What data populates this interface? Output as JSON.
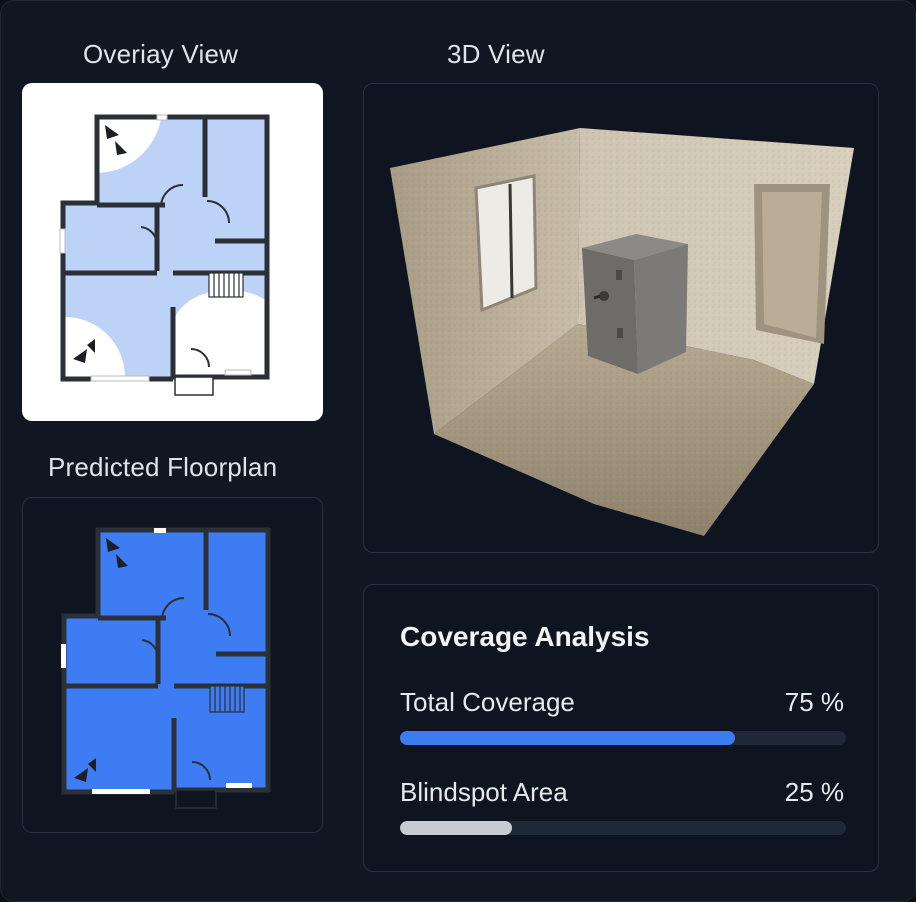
{
  "headings": {
    "overlay": "Overiay View",
    "view3d": "3D View",
    "predicted": "Predicted Floorplan"
  },
  "coverage": {
    "title": "Coverage Analysis",
    "metrics": [
      {
        "label": "Total Coverage",
        "value_text": "75 %",
        "fraction": 0.75,
        "color": "#3b7cf0"
      },
      {
        "label": "Blindspot Area",
        "value_text": "25 %",
        "fraction": 0.25,
        "color": "#c7cbd3"
      }
    ]
  },
  "colors": {
    "overlay_fill": "#bcd2f7",
    "predicted_fill": "#3d7cf2",
    "wall": "#2b2f36",
    "camera_cone": "#ffffff"
  },
  "icons": [
    "camera-icon",
    "door-icon",
    "stairs-icon",
    "window-icon"
  ]
}
